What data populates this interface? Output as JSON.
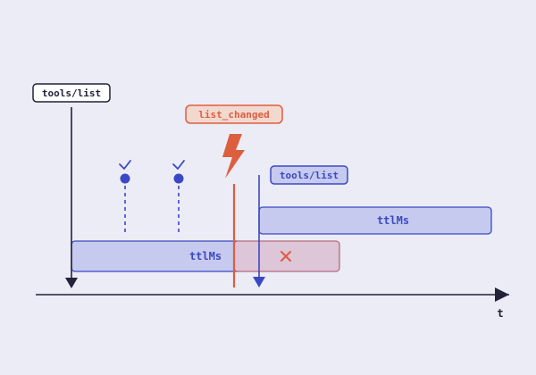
{
  "labels": {
    "first_call": "tools/list",
    "notification": "list_changed",
    "second_call": "tools/list",
    "ttl_first": "ttlMs",
    "ttl_second": "ttlMs",
    "time_axis": "t"
  },
  "icons": {
    "hit_marker": "check-icon",
    "invalidated_marker": "cross-icon",
    "event_marker": "lightning-icon"
  },
  "colors": {
    "background": "#ececf6",
    "ink": "#22223a",
    "accent_blue": "#3b48c4",
    "blue_fill": "#c6caee",
    "alert_red": "#dd5e3e",
    "alert_fill": "#f3d8cf",
    "stale_fill": "#dcc6d8",
    "stale_stroke": "#b76a7f"
  }
}
